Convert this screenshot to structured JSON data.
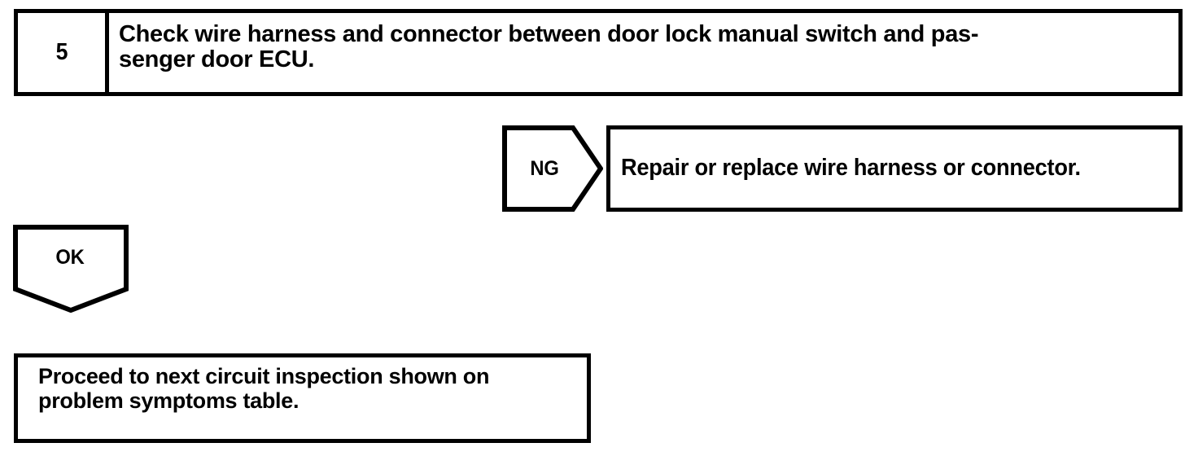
{
  "diagram": {
    "type": "troubleshooting-flowchart",
    "title": "Circuit inspection step 5 flow",
    "colors": {
      "stroke": "#000000",
      "background": "#ffffff",
      "text": "#000000"
    },
    "step": {
      "number": "5",
      "instruction": "Check wire harness and connector between door lock manual switch and pas-\nsenger door ECU."
    },
    "branches": {
      "ng": {
        "label": "NG",
        "direction": "right",
        "result": "Repair or replace wire harness or connector."
      },
      "ok": {
        "label": "OK",
        "direction": "down",
        "result": "Proceed to next circuit inspection shown on\nproblem symptoms table."
      }
    }
  }
}
